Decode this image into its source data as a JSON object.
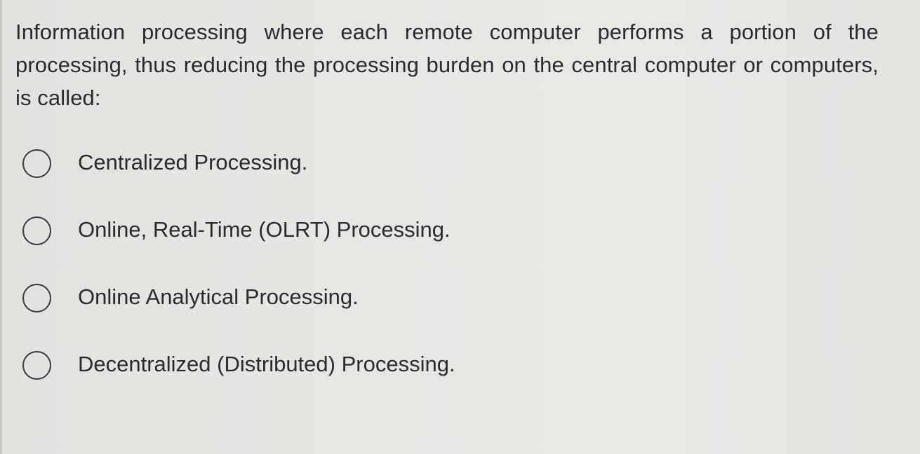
{
  "question": {
    "text": "Information processing where each remote computer performs a portion of the processing, thus reducing the processing burden on the central computer or computers, is called:"
  },
  "options": [
    {
      "label": "Centralized Processing."
    },
    {
      "label": "Online, Real-Time (OLRT) Processing."
    },
    {
      "label": "Online Analytical Processing."
    },
    {
      "label": "Decentralized (Distributed) Processing."
    }
  ]
}
